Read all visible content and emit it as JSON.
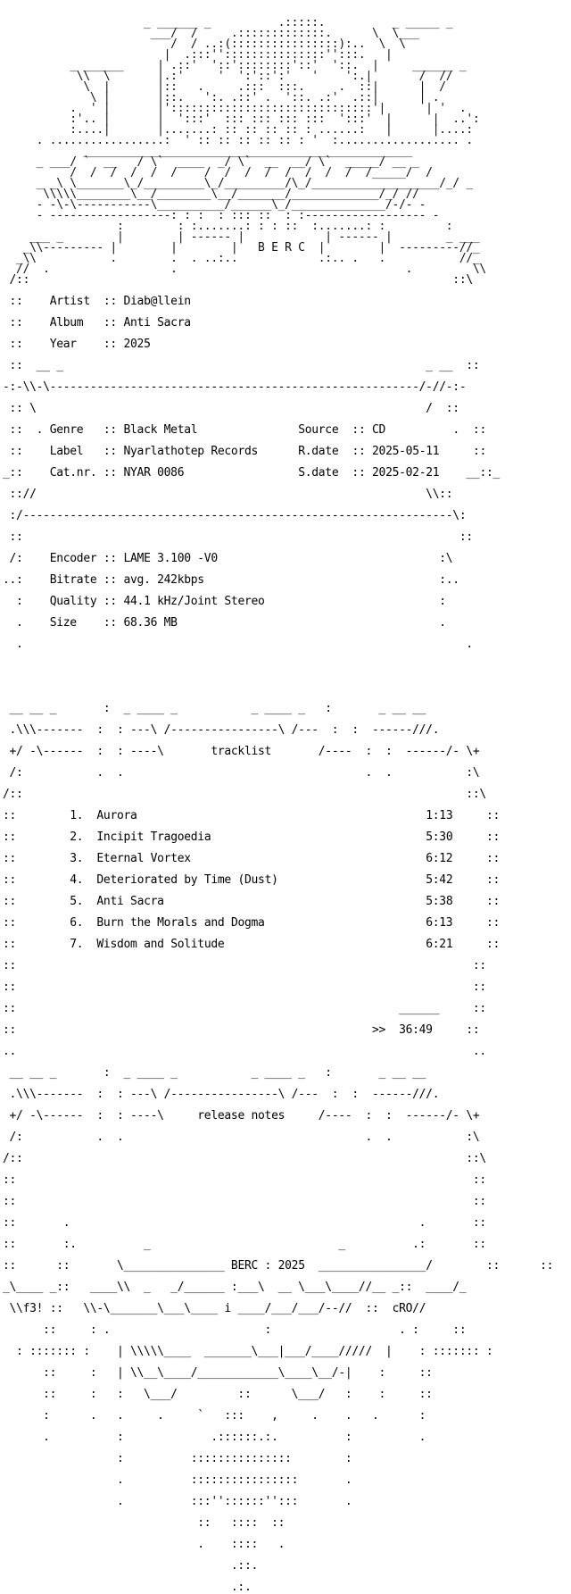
{
  "group": "BERC",
  "group_year": "BERC : 2025",
  "artist_label": "Artist",
  "artist": "Diab@llein",
  "album_label": "Album",
  "album": "Anti Sacra",
  "year_label": "Year",
  "year": "2025",
  "genre_label": "Genre",
  "genre": "Black Metal",
  "label_label": "Label",
  "label": "Nyarlathotep Records",
  "catnr_label": "Cat.nr.",
  "catnr": "NYAR 0086",
  "source_label": "Source",
  "source": "CD",
  "rdate_label": "R.date",
  "rdate": "2025-05-11",
  "sdate_label": "S.date",
  "sdate": "2025-02-21",
  "encoder_label": "Encoder",
  "encoder": "LAME 3.100 -V0",
  "bitrate_label": "Bitrate",
  "bitrate": "avg. 242kbps",
  "quality_label": "Quality",
  "quality": "44.1 kHz/Joint Stereo",
  "size_label": "Size",
  "size": "68.36 MB",
  "tracklist_title": "tracklist",
  "tracks": [
    {
      "num": "1.",
      "title": "Aurora",
      "time": "1:13"
    },
    {
      "num": "2.",
      "title": "Incipit Tragoedia",
      "time": "5:30"
    },
    {
      "num": "3.",
      "title": "Eternal Vortex",
      "time": "6:12"
    },
    {
      "num": "4.",
      "title": "Deteriorated by Time (Dust)",
      "time": "5:42"
    },
    {
      "num": "5.",
      "title": "Anti Sacra",
      "time": "5:38"
    },
    {
      "num": "6.",
      "title": "Burn the Morals and Dogma",
      "time": "6:13"
    },
    {
      "num": "7.",
      "title": "Wisdom and Solitude",
      "time": "6:21"
    }
  ],
  "total_time": ">>  36:49",
  "release_notes_title": "release notes",
  "signature_left": "f3!",
  "signature_right": "cRO"
}
